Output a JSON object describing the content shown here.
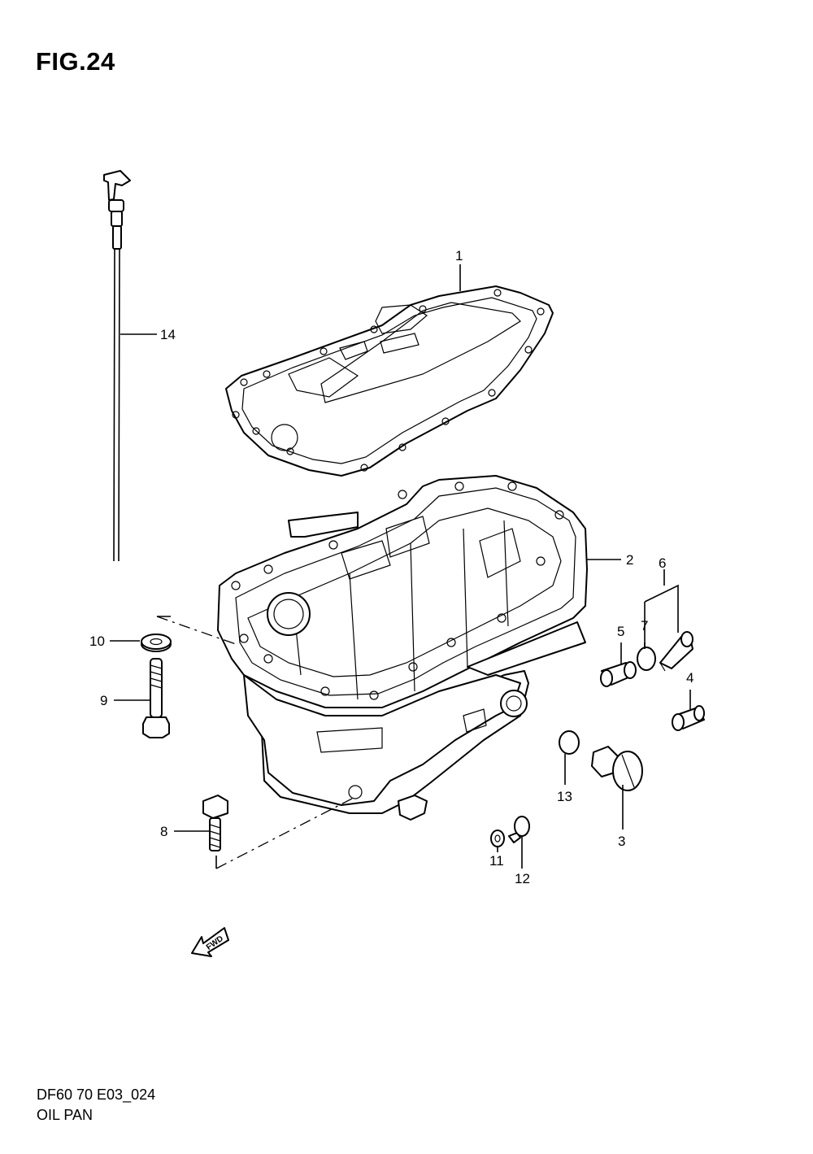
{
  "figure": {
    "title": "FIG.24"
  },
  "footer": {
    "code": "DF60 70 E03_024",
    "name": "OIL PAN"
  },
  "callouts": [
    "1",
    "2",
    "3",
    "4",
    "5",
    "6",
    "7",
    "8",
    "9",
    "10",
    "11",
    "12",
    "13",
    "14"
  ],
  "fwd_label": "FWD"
}
